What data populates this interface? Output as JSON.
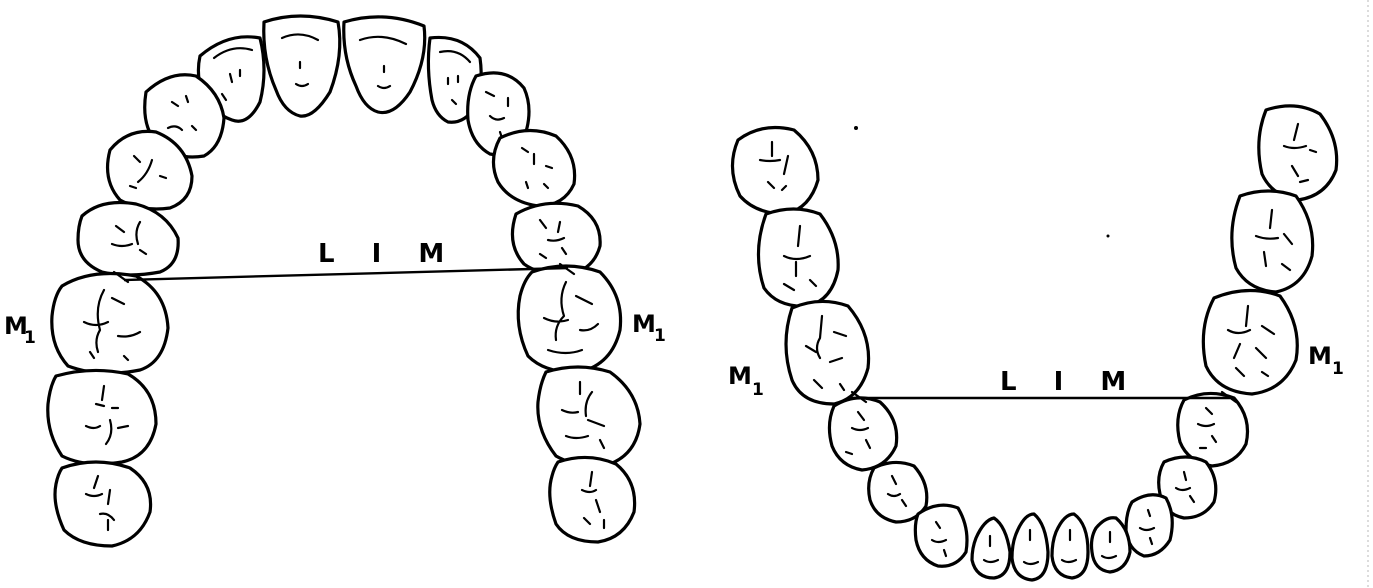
{
  "upper_arch": {
    "lim_label": "L I M",
    "m1_left": {
      "main": "M",
      "sub": "1"
    },
    "m1_right": {
      "main": "M",
      "sub": "1"
    }
  },
  "lower_arch": {
    "lim_label": "L I M",
    "m1_left": {
      "main": "M",
      "sub": "1"
    },
    "m1_right": {
      "main": "M",
      "sub": "1"
    }
  }
}
